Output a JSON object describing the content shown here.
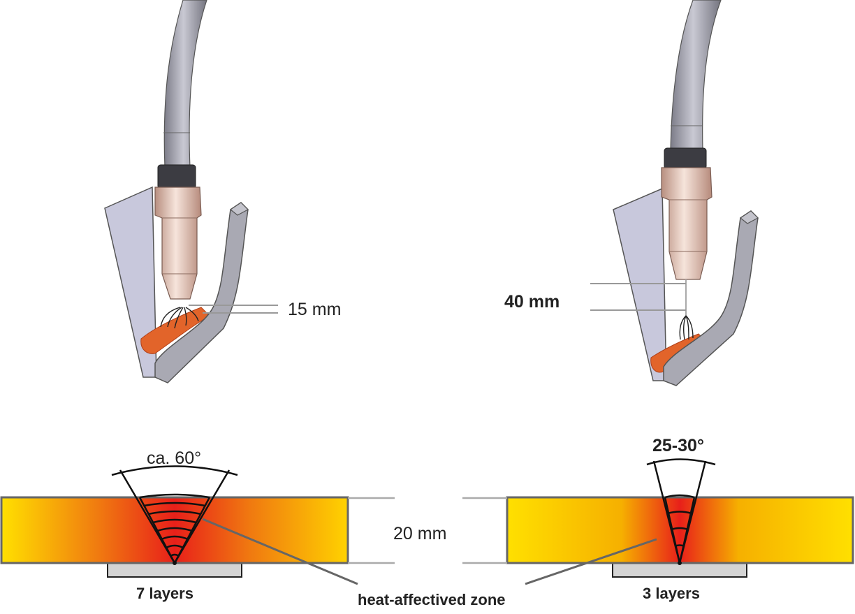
{
  "left": {
    "gap_label": "15 mm",
    "angle_label": "ca. 60°",
    "layers_label": "7 layers"
  },
  "right": {
    "gap_label": "40 mm",
    "angle_label": "25-30°",
    "layers_label": "3 layers"
  },
  "center": {
    "thickness_label": "20 mm",
    "zone_label": "heat-affectived zone"
  },
  "colors": {
    "torch_hose": "#9a9aa6",
    "nozzle": "#e8c7b8",
    "plate": "#a9a9b3",
    "weld_pool": "#e2642a",
    "heat_hot": "#e8201a",
    "heat_cool": "#ffe000"
  }
}
